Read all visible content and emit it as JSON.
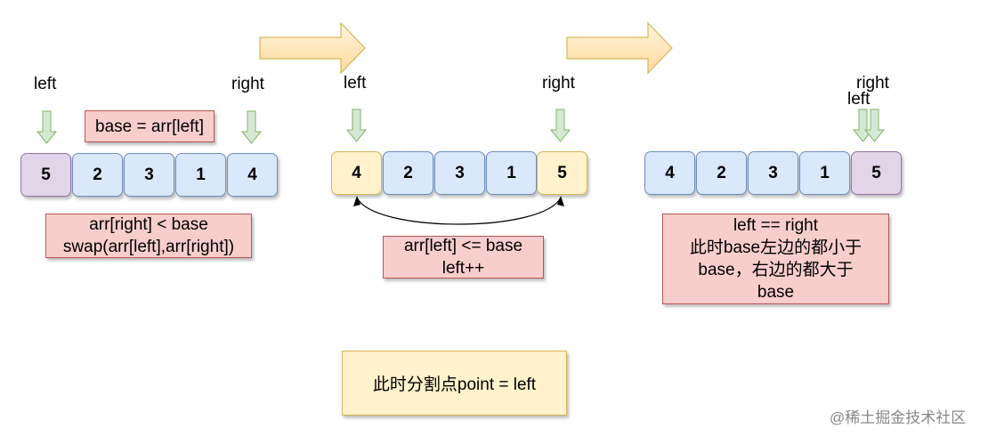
{
  "labels": {
    "left": "left",
    "right": "right",
    "base_assign": "base = arr[left]",
    "step1_lines": [
      "arr[right] < base",
      "swap(arr[left],arr[right])"
    ],
    "step2_lines": [
      "arr[left] <= base",
      "left++"
    ],
    "step3_lines": [
      "left == right",
      "此时base左边的都小于",
      "base，右边的都大于",
      "base"
    ],
    "partition": "此时分割点point = left",
    "watermark": "@稀土掘金技术社区"
  },
  "arrays": [
    {
      "values": [
        "5",
        "2",
        "3",
        "1",
        "4"
      ],
      "colors": [
        "purple",
        "blue",
        "blue",
        "blue",
        "blue"
      ]
    },
    {
      "values": [
        "4",
        "2",
        "3",
        "1",
        "5"
      ],
      "colors": [
        "yellow",
        "blue",
        "blue",
        "blue",
        "yellow"
      ]
    },
    {
      "values": [
        "4",
        "2",
        "3",
        "1",
        "5"
      ],
      "colors": [
        "blue",
        "blue",
        "blue",
        "blue",
        "purple"
      ]
    }
  ],
  "colors": {
    "cell_blue": "#dae8fc",
    "cell_purple": "#e1d5e7",
    "cell_yellow": "#fff2cc",
    "note_red": "#f8cecc",
    "arrow_green": "#d5e8d4",
    "big_arrow_fill": "#ffe6cc"
  }
}
